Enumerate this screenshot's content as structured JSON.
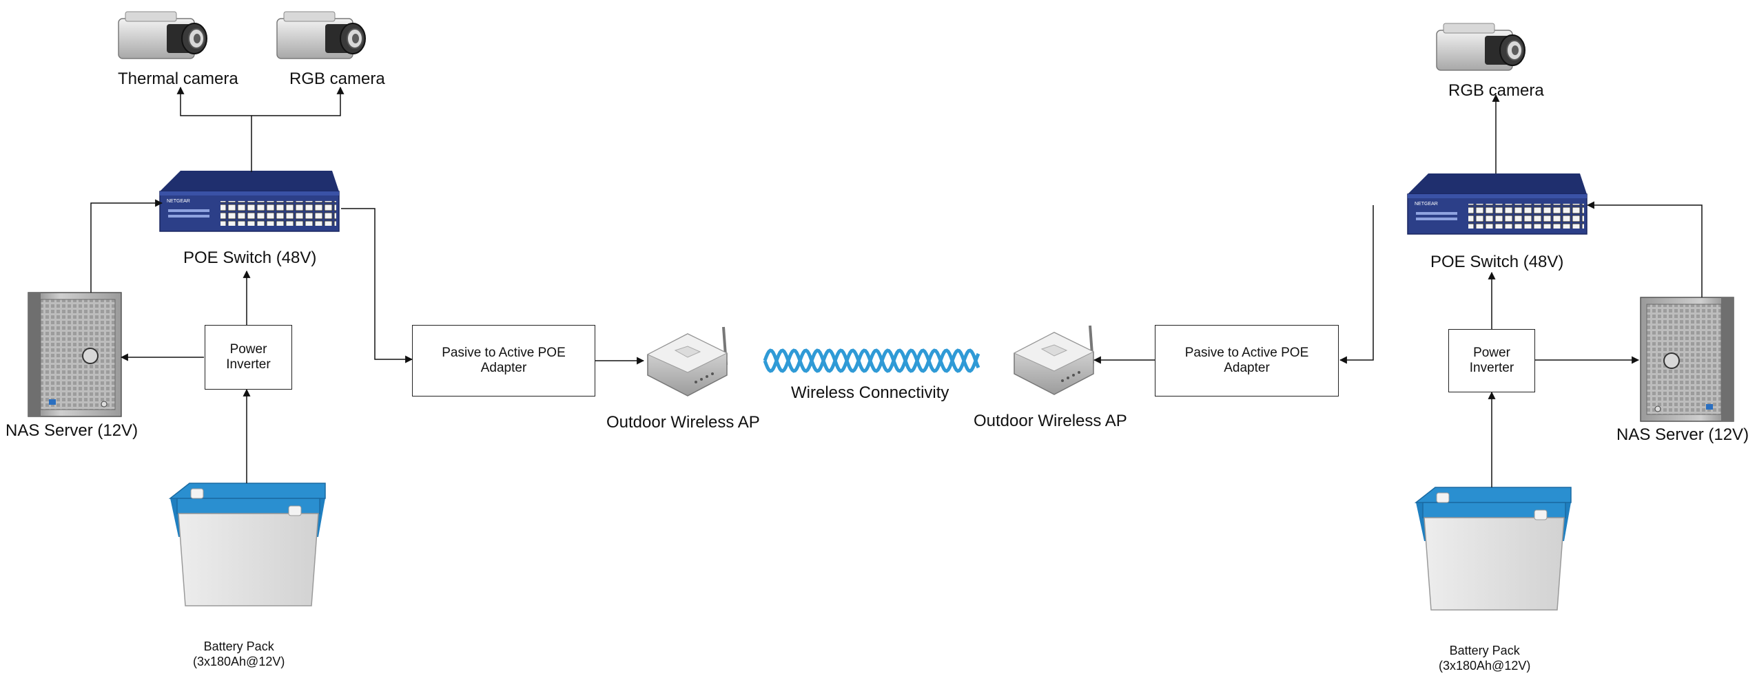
{
  "left_site": {
    "thermal_camera": "Thermal camera",
    "rgb_camera": "RGB camera",
    "poe_switch": "POE Switch (48V)",
    "power_inverter": [
      "Power",
      "Inverter"
    ],
    "nas_server": "NAS Server (12V)",
    "adapter": [
      "Pasive to Active POE",
      "Adapter"
    ],
    "wireless_ap": "Outdoor Wireless AP",
    "battery_pack": [
      "Battery Pack",
      "(3x180Ah@12V)"
    ]
  },
  "link": {
    "label": "Wireless Connectivity"
  },
  "right_site": {
    "rgb_camera": "RGB camera",
    "poe_switch": "POE Switch (48V)",
    "power_inverter": [
      "Power",
      "Inverter"
    ],
    "nas_server": "NAS Server (12V)",
    "adapter": [
      "Pasive to Active POE",
      "Adapter"
    ],
    "wireless_ap": "Outdoor Wireless AP",
    "battery_pack": [
      "Battery Pack",
      "(3x180Ah@12V)"
    ]
  },
  "colors": {
    "line": "#111111",
    "battery_top": "#2a8fd0",
    "signal": "#2f9ad6",
    "switch": "#2b3f86"
  }
}
